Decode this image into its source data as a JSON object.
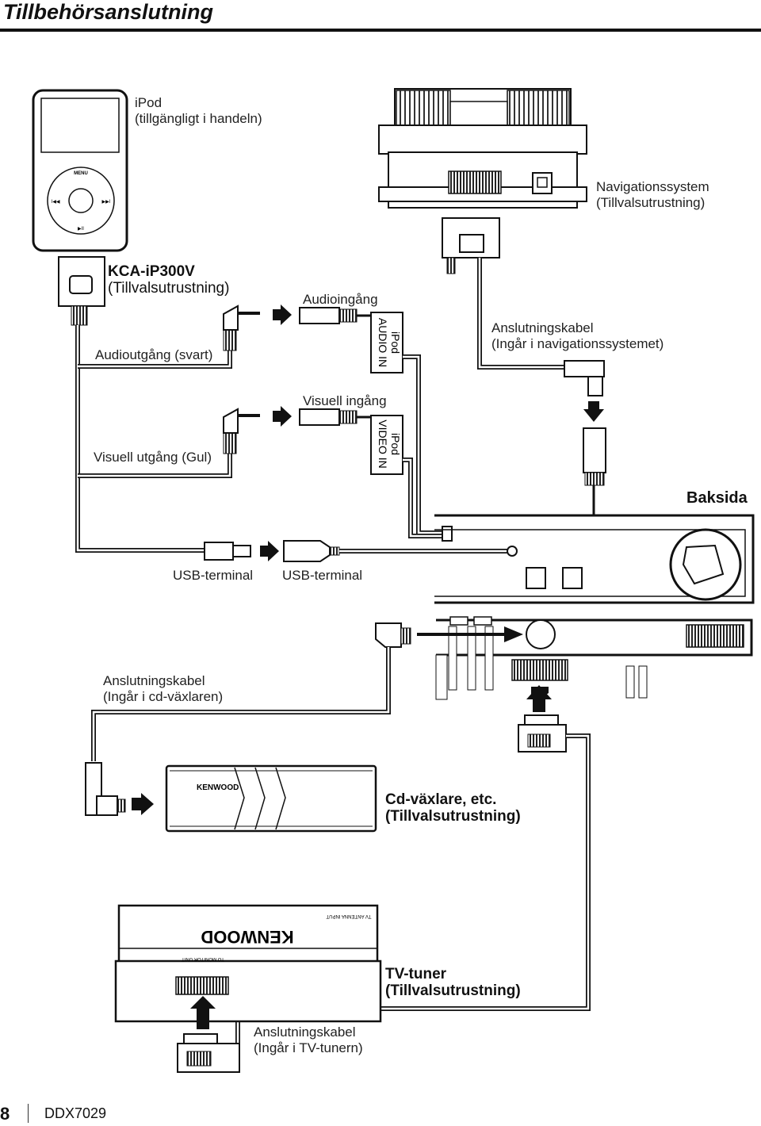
{
  "title": "Tillbehörsanslutning",
  "labels": {
    "ipod_line1": "iPod",
    "ipod_line2": "(tillgängligt i handeln)",
    "nav_line1": "Navigationssystem",
    "nav_line2": "(Tillvalsutrustning)",
    "kca_line1": "KCA-iP300V",
    "kca_line2": "(Tillvalsutrustning)",
    "audio_out": "Audioutgång (svart)",
    "audio_in": "Audioingång",
    "ipod_audio_in_1": "iPod",
    "ipod_audio_in_2": "AUDIO IN",
    "nav_cable_line1": "Anslutningskabel",
    "nav_cable_line2": "(Ingår i navigationssystemet)",
    "visual_in": "Visuell ingång",
    "visual_out": "Visuell utgång (Gul)",
    "ipod_video_in_1": "iPod",
    "ipod_video_in_2": "VIDEO IN",
    "rear": "Baksida",
    "usb_terminal_1": "USB-terminal",
    "usb_terminal_2": "USB-terminal",
    "cd_cable_line1": "Anslutningskabel",
    "cd_cable_line2": "(Ingår i cd-växlaren)",
    "cd_changer_line1": "Cd-växlare, etc.",
    "cd_changer_line2": "(Tillvalsutrustning)",
    "tv_tuner_line1": "TV-tuner",
    "tv_tuner_line2": "(Tillvalsutrustning)",
    "tv_cable_line1": "Anslutningskabel",
    "tv_cable_line2": "(Ingår i TV-tunern)",
    "ipod_menu": "MENU",
    "ipod_play": "▶II",
    "ipod_prev": "I◀◀",
    "ipod_next": "▶▶I",
    "kenwood_cd": "KENWOOD",
    "kenwood_tv": "KENWOOD",
    "tv_antenna": "TV ANTENNA INPUT",
    "tv_monitor": "TO MONITOR UNIT"
  },
  "footer": {
    "page": "8",
    "model": "DDX7029"
  }
}
